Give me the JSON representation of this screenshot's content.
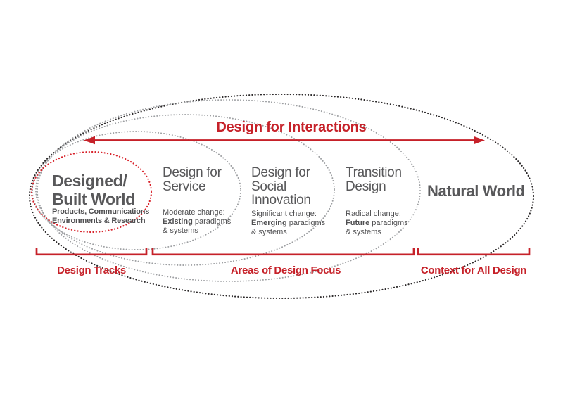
{
  "colors": {
    "accent_red": "#c62129",
    "heading_gray": "#58585a",
    "body_gray": "#4f4f51",
    "ellipse_gray": "#9d9fa2",
    "ellipse_black": "#2b2829"
  },
  "title": {
    "label": "Design for Interactions"
  },
  "columns": [
    {
      "id": "designed-built-world",
      "heading": "Designed/\nBuilt World",
      "desc": "Products, Communications\nEnvironments & Research"
    },
    {
      "id": "design-for-service",
      "heading": "Design for\nService",
      "desc_intro": "Moderate change:",
      "desc_keyword": "Existing",
      "desc_rest": " paradigms\n& systems"
    },
    {
      "id": "design-for-social-innovation",
      "heading": "Design for\nSocial\nInnovation",
      "desc_intro": "Significant change:",
      "desc_keyword": "Emerging",
      "desc_rest": " paradigms\n& systems"
    },
    {
      "id": "transition-design",
      "heading": "Transition\nDesign",
      "desc_intro": "Radical change:",
      "desc_keyword": "Future",
      "desc_rest": " paradigms\n& systems"
    },
    {
      "id": "natural-world",
      "heading": "Natural World"
    }
  ],
  "brackets": [
    {
      "label": "Design Tracks"
    },
    {
      "label": "Areas of Design Focus"
    },
    {
      "label": "Context for All Design"
    }
  ]
}
